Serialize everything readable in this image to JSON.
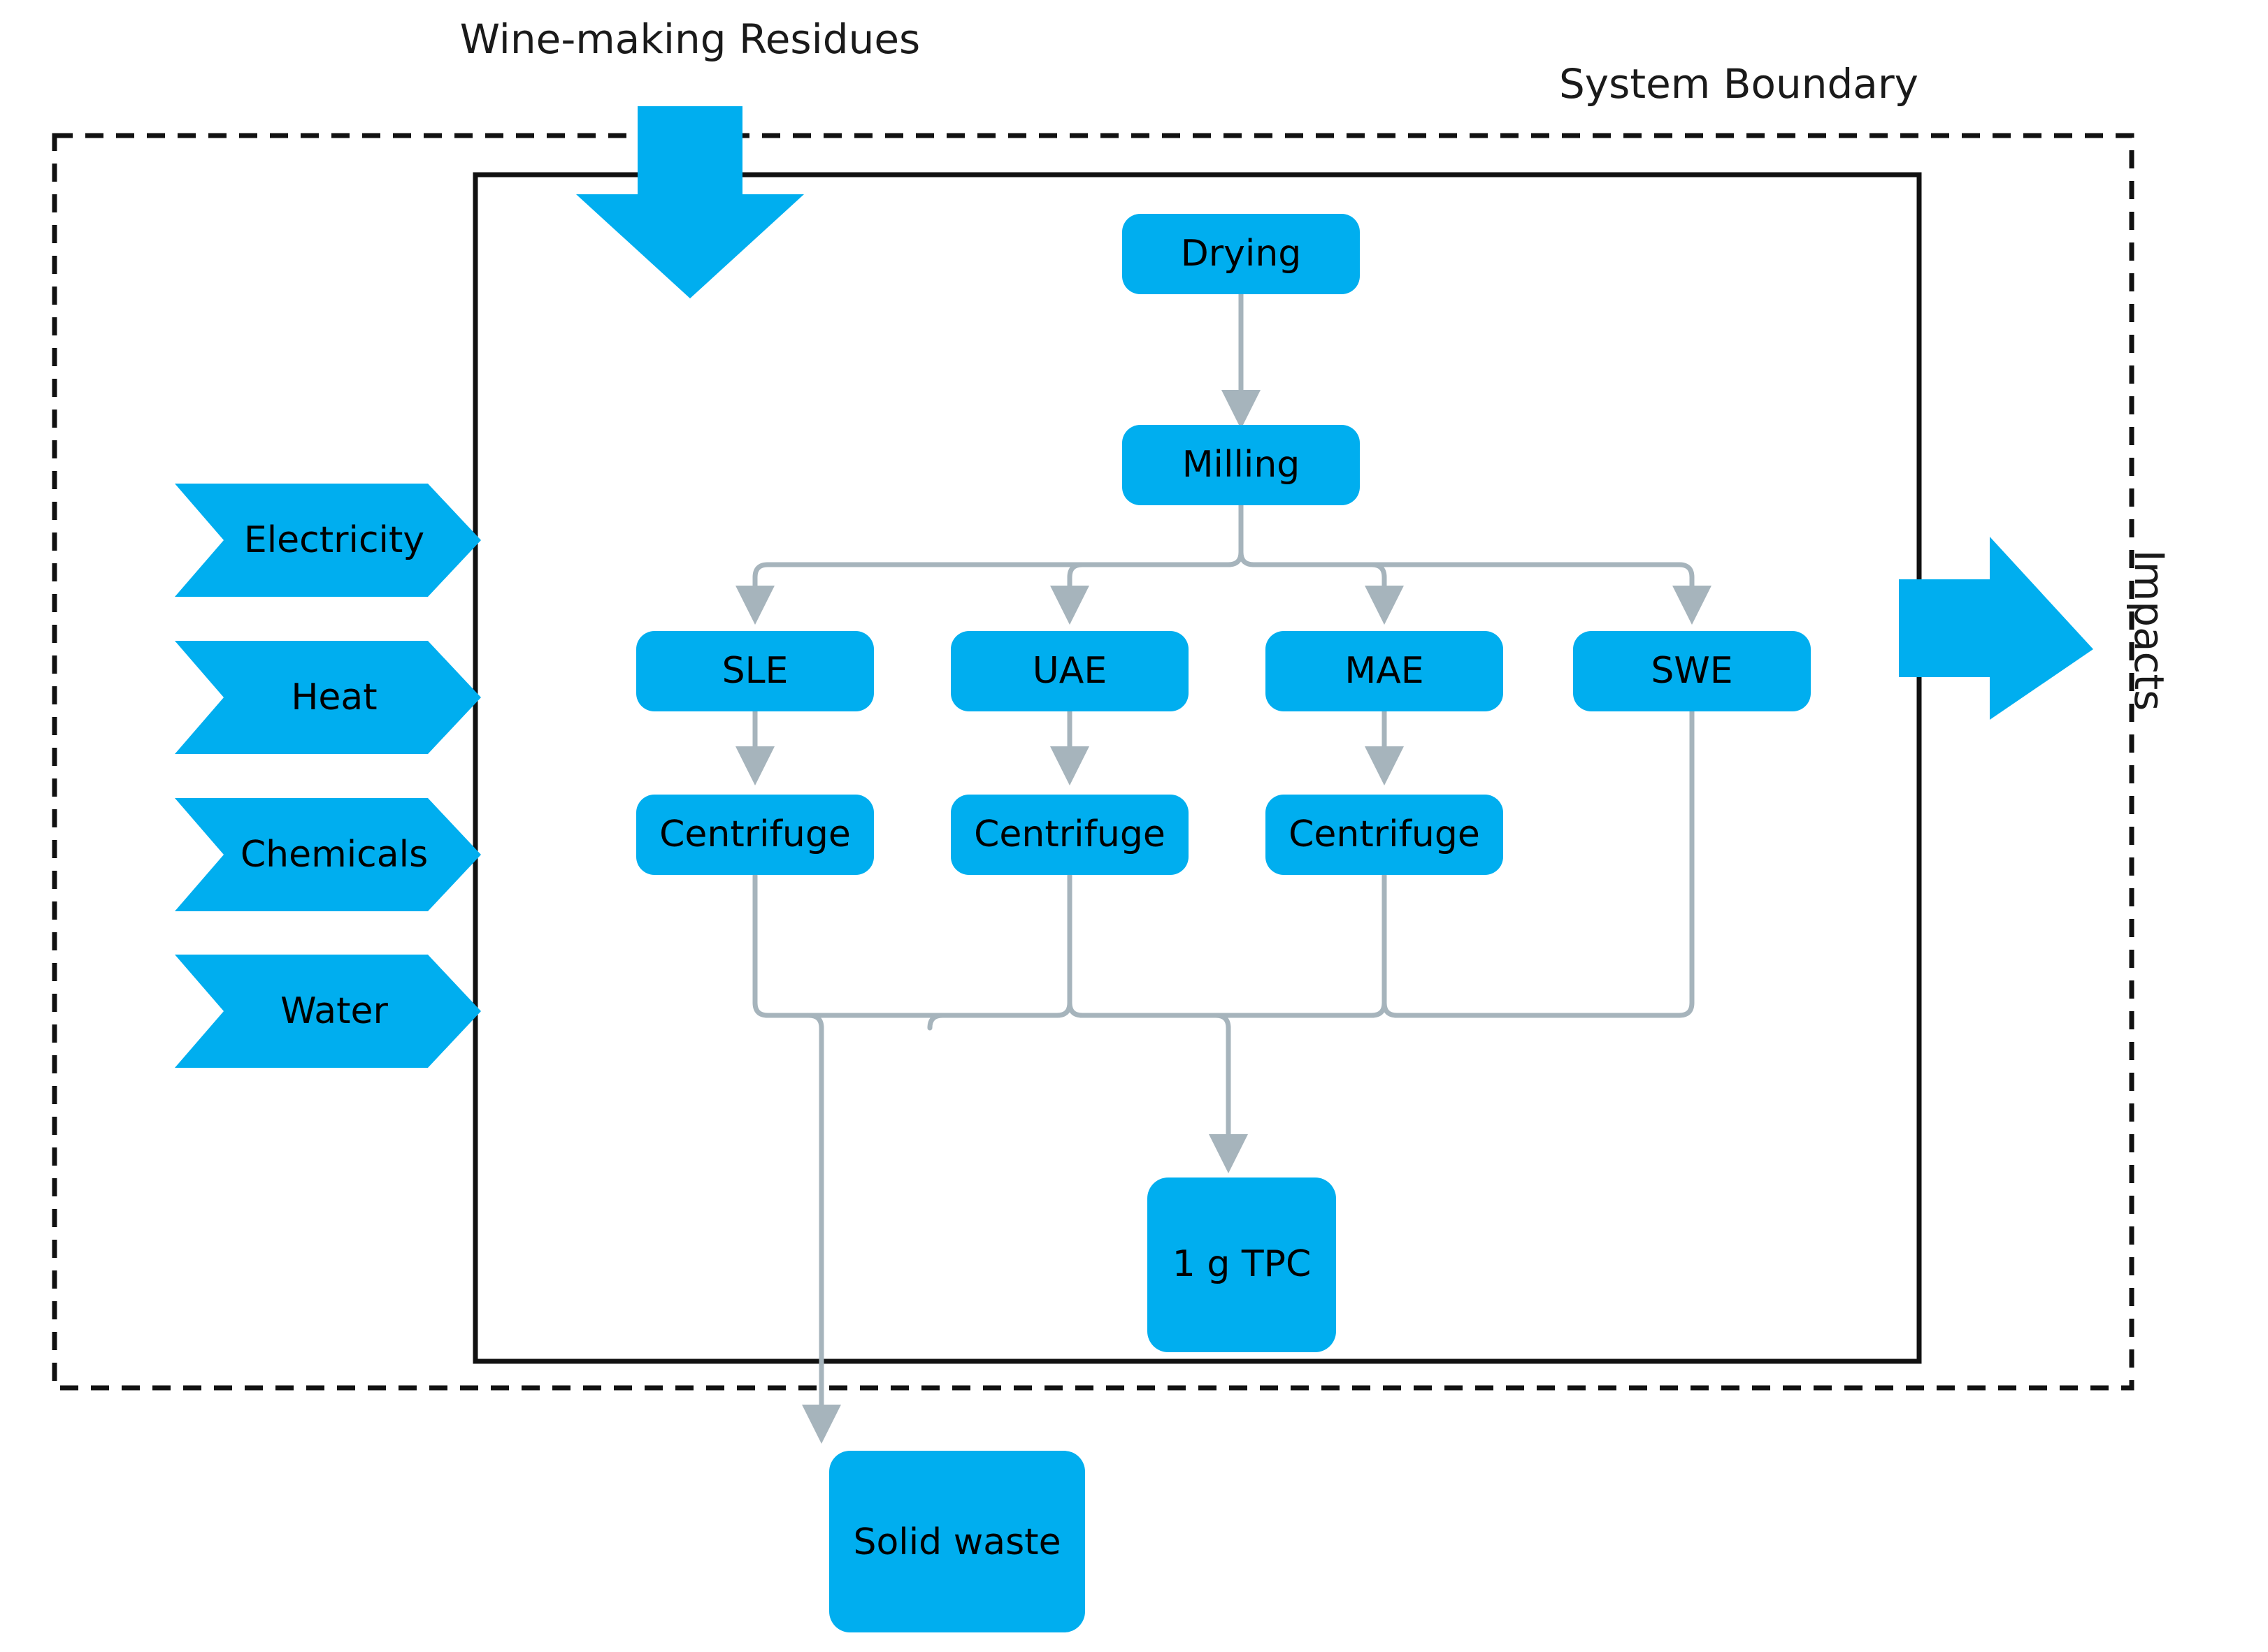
{
  "diagram": {
    "title_top_left": "Wine-making Residues",
    "title_top_right": "System Boundary",
    "output_label": "Impacts",
    "colors": {
      "accent_blue": "#00AEEF",
      "connector_gray": "#A6B4BC",
      "boundary_black": "#111111",
      "text_black": "#000000"
    }
  },
  "inputs": [
    {
      "label": "Electricity"
    },
    {
      "label": "Heat"
    },
    {
      "label": "Chemicals"
    },
    {
      "label": "Water"
    }
  ],
  "preprocessing": [
    {
      "label": "Drying"
    },
    {
      "label": "Milling"
    }
  ],
  "extraction_methods": [
    {
      "label": "SLE"
    },
    {
      "label": "UAE"
    },
    {
      "label": "MAE"
    },
    {
      "label": "SWE"
    }
  ],
  "separation": [
    {
      "label": "Centrifuge"
    },
    {
      "label": "Centrifuge"
    },
    {
      "label": "Centrifuge"
    }
  ],
  "outputs": [
    {
      "label": "1 g TPC"
    },
    {
      "label": "Solid waste"
    }
  ]
}
